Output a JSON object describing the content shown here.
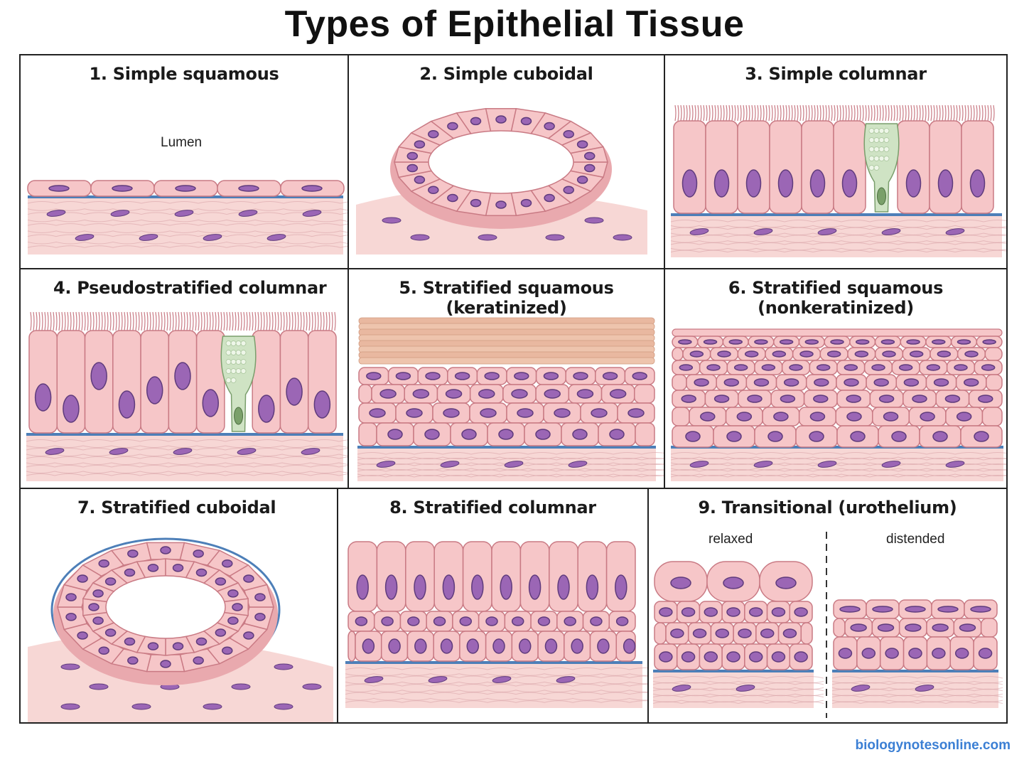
{
  "title": "Types of Epithelial Tissue",
  "panels": [
    {
      "label": "1. Simple squamous",
      "annotation": "Lumen"
    },
    {
      "label": "2. Simple cuboidal"
    },
    {
      "label": "3. Simple columnar"
    },
    {
      "label": "4. Pseudostratified columnar"
    },
    {
      "label": "5. Stratified squamous (keratinized)"
    },
    {
      "label": "6. Stratified squamous (nonkeratinized)"
    },
    {
      "label": "7. Stratified cuboidal"
    },
    {
      "label": "8. Stratified columnar"
    },
    {
      "label": "9. Transitional (urothelium)",
      "left_label": "relaxed",
      "right_label": "distended"
    }
  ],
  "colors": {
    "cell_fill": "#f6c6c8",
    "cell_stroke": "#c97a84",
    "nucleus": "#9b66b5",
    "nucleus_stroke": "#5f3b7c",
    "basement_membrane": "#4d7fb8",
    "connective_tissue": "#f7d7d5",
    "fiber": "#d8a4a8",
    "goblet_cell": "#cfe3c4",
    "keratin": "#e9b8a0",
    "credit": "#3b7fd4"
  },
  "credit": "biologynotesonline.com"
}
